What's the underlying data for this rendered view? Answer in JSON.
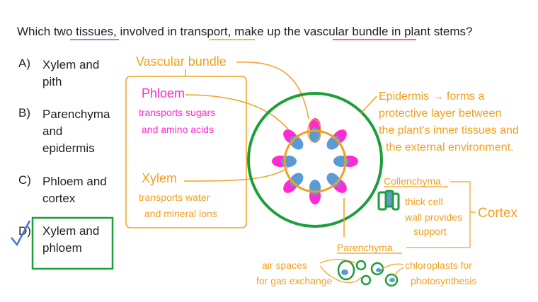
{
  "question": {
    "text": "Which two tissues, involved in transport, make up the vascular bundle in plant stems?"
  },
  "options": [
    {
      "letter": "A)",
      "lines": [
        "Xylem and",
        "pith"
      ]
    },
    {
      "letter": "B)",
      "lines": [
        "Parenchyma",
        "and",
        "epidermis"
      ]
    },
    {
      "letter": "C)",
      "lines": [
        "Phloem and",
        "cortex"
      ]
    },
    {
      "letter": "D)",
      "lines": [
        "Xylem and",
        "phloem"
      ],
      "selected": true
    }
  ],
  "diagram": {
    "vascular_bundle": "Vascular bundle",
    "phloem": {
      "title": "Phloem",
      "lines": [
        "transports sugars",
        "and amino acids"
      ]
    },
    "xylem": {
      "title": "Xylem",
      "lines": [
        "transports water",
        "and mineral ions"
      ]
    },
    "epidermis": {
      "lines": [
        "Epidermis → forms a",
        "protective layer between",
        "the plant's inner tissues and",
        "the external environment."
      ]
    },
    "collenchyma": {
      "title": "Collenchyma",
      "lines": [
        "thick cell",
        "wall provides",
        "support"
      ]
    },
    "cortex": "Cortex",
    "parenchyma": "Parenchyma",
    "air_spaces": [
      "air spaces",
      "for gas exchange"
    ],
    "chloroplasts": [
      "chloroplasts for",
      "photosynthesis"
    ]
  },
  "colors": {
    "orange": "#f0a020",
    "magenta": "#ff2ad0",
    "green": "#1e9e3a",
    "blue": "#5b9bd5",
    "check": "#3a7fd0"
  }
}
